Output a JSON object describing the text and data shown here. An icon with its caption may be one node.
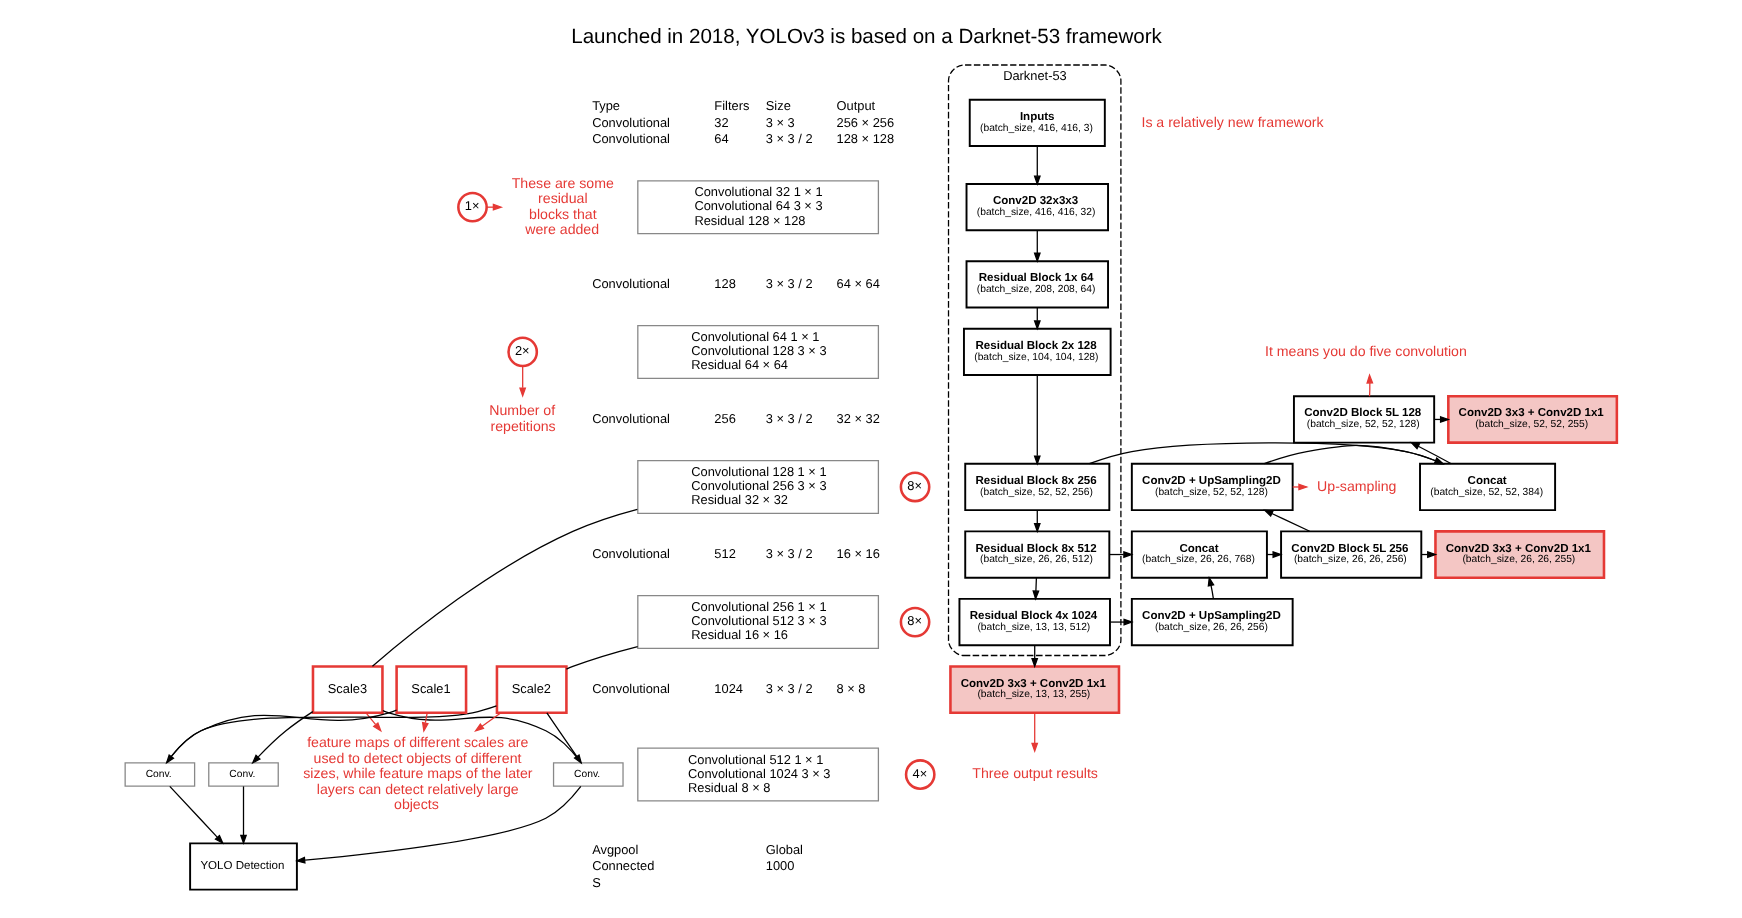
{
  "diagram": {
    "title": "Launched in 2018, YOLOv3 is based on a Darknet-53 framework",
    "nodes": [
      {
        "text": [
          "These are some residual blocks that were added"
        ]
      },
      {
        "text": [
          "Number of repetitions"
        ]
      },
      {
        "text": [
          "Convolutional 32 1 × 1",
          "Convolutional 64 3 × 3",
          "Residual 128 × 128"
        ]
      },
      {
        "text": [
          "1×"
        ]
      },
      {
        "text": [
          "Convolutional 64 1 × 1",
          "Convolutional 128 3 × 3",
          "Residual 64 × 64"
        ]
      },
      {
        "text": [
          "2×"
        ]
      },
      {
        "text": [
          "Convolutional 128 1 × 1",
          "Convolutional 256 3 × 3",
          "Residual 32 × 32"
        ]
      },
      {
        "text": [
          "8×"
        ]
      },
      {
        "text": [
          "Convolutional 256 1 × 1",
          "Convolutional 512 3 × 3",
          "Residual 16 × 16"
        ]
      },
      {
        "text": [
          "8×"
        ]
      },
      {
        "text": [
          "Convolutional 512 1 × 1",
          "Convolutional 1024 3 × 3",
          "Residual 8 × 8"
        ]
      },
      {
        "text": [
          "4×"
        ]
      },
      {
        "text": [
          "Scale3"
        ]
      },
      {
        "text": [
          "Scale2"
        ]
      },
      {
        "text": [
          "Scale1"
        ]
      },
      {
        "text": [
          "Conv."
        ]
      },
      {
        "text": [
          "Conv."
        ]
      },
      {
        "text": [
          "Conv."
        ]
      },
      {
        "text": [
          "YOLO Detection"
        ]
      },
      {
        "text": [
          "feature maps of different scales are used to detect objects of different sizes, while feature maps of the later layers can detect relatively large objects"
        ]
      },
      {
        "text": [
          "Darknet-53"
        ]
      },
      {
        "text": [
          "Inputs",
          "(batch_size, 416, 416, 3)"
        ],
        "in": 20
      },
      {
        "text": [
          "Conv2D 32x3x3",
          "(batch_size, 416, 416, 32)"
        ],
        "in": 20
      },
      {
        "text": [
          "Residual Block 1x 64",
          "(batch_size, 208, 208, 64)"
        ],
        "in": 20
      },
      {
        "text": [
          "Residual Block 2x 128",
          "(batch_size, 104, 104, 128)"
        ],
        "in": 20
      },
      {
        "text": [
          "Residual Block 8x 256",
          "(batch_size, 52, 52, 256)"
        ],
        "in": 20
      },
      {
        "text": [
          "Residual Block 8x 512",
          "(batch_size, 26, 26, 512)"
        ],
        "in": 20
      },
      {
        "text": [
          "Residual Block 4x 1024",
          "(batch_size, 13, 13, 512)"
        ],
        "in": 20
      },
      {
        "text": [
          "It means you do five convolution"
        ]
      },
      {
        "text": [
          "Conv2D Block 5L 128",
          "(batch_size, 52, 52, 128)"
        ]
      },
      {
        "text": [
          "Conv2D 3x3 + Conv2D 1x1",
          "(batch_size, 52, 52, 255)"
        ]
      },
      {
        "text": [
          "Concat",
          "(batch_size, 52, 52, 384)"
        ]
      },
      {
        "text": [
          "Conv2D + UpSampling2D",
          "(batch_size, 52, 52, 128)"
        ]
      },
      {
        "text": [
          "Up-sampling"
        ]
      },
      {
        "text": [
          "Concat",
          "(batch_size, 26, 26, 768)"
        ]
      },
      {
        "text": [
          "Conv2D Block 5L 256",
          "(batch_size, 26, 26, 256)"
        ]
      },
      {
        "text": [
          "Conv2D 3x3 + Conv2D 1x1",
          "(batch_size, 26, 26, 255)"
        ]
      },
      {
        "text": [
          "Conv2D + UpSampling2D",
          "(batch_size, 26, 26, 256)"
        ]
      },
      {
        "text": [
          "Three output results"
        ]
      },
      {
        "text": [
          "Conv2D 3x3 + Conv2D 1x1",
          "(batch_size, 13, 13, 255)"
        ]
      }
    ],
    "edges": [
      {
        "from": 3,
        "to": 0,
        "arrow": "to",
        "color": "#e53935"
      },
      {
        "from": 5,
        "to": 1,
        "arrow": "to",
        "color": "#e53935"
      },
      {
        "from": 6,
        "to": 12,
        "arrow": "none"
      },
      {
        "from": 8,
        "to": 13,
        "arrow": "none"
      },
      {
        "from": 12,
        "to": 17,
        "arrow": "to"
      },
      {
        "from": 13,
        "to": 16,
        "arrow": "to"
      },
      {
        "from": 14,
        "to": 15,
        "arrow": "to"
      },
      {
        "from": 13,
        "to": 15,
        "arrow": "none"
      },
      {
        "from": 12,
        "to": 16,
        "arrow": "none"
      },
      {
        "from": 15,
        "to": 18,
        "arrow": "to"
      },
      {
        "from": 16,
        "to": 18,
        "arrow": "to"
      },
      {
        "from": 17,
        "to": 18,
        "arrow": "to"
      },
      {
        "from": 12,
        "to": 19,
        "arrow": "to",
        "color": "#e53935"
      },
      {
        "from": 13,
        "to": 19,
        "arrow": "to",
        "color": "#e53935"
      },
      {
        "from": 14,
        "to": 19,
        "arrow": "to",
        "color": "#e53935"
      },
      {
        "from": 21,
        "to": 22,
        "arrow": "to"
      },
      {
        "from": 22,
        "to": 23,
        "arrow": "to"
      },
      {
        "from": 23,
        "to": 24,
        "arrow": "to"
      },
      {
        "from": 24,
        "to": 25,
        "arrow": "to"
      },
      {
        "from": 25,
        "to": 26,
        "arrow": "to"
      },
      {
        "from": 26,
        "to": 27,
        "arrow": "to"
      },
      {
        "from": 25,
        "to": 31,
        "arrow": "to"
      },
      {
        "from": 32,
        "to": 31,
        "arrow": "to"
      },
      {
        "from": 31,
        "to": 29,
        "arrow": "to"
      },
      {
        "from": 29,
        "to": 30,
        "arrow": "to"
      },
      {
        "from": 29,
        "to": 28,
        "arrow": "to",
        "color": "#e53935"
      },
      {
        "from": 32,
        "to": 33,
        "arrow": "to",
        "color": "#e53935"
      },
      {
        "from": 26,
        "to": 34,
        "arrow": "to"
      },
      {
        "from": 34,
        "to": 35,
        "arrow": "to"
      },
      {
        "from": 35,
        "to": 32,
        "arrow": "to"
      },
      {
        "from": 35,
        "to": 36,
        "arrow": "to"
      },
      {
        "from": 27,
        "to": 37,
        "arrow": "to"
      },
      {
        "from": 37,
        "to": 34,
        "arrow": "to"
      },
      {
        "from": 27,
        "to": 39,
        "arrow": "to"
      },
      {
        "from": 39,
        "to": 38,
        "arrow": "to",
        "color": "#e53935"
      }
    ],
    "labels": [
      "Type",
      "Filters",
      "Size",
      "Output",
      "Convolutional",
      "32",
      "3 × 3",
      "256 × 256",
      "Convolutional",
      "64",
      "3 × 3 / 2",
      "128 × 128",
      "Convolutional",
      "128",
      "3 × 3 / 2",
      "64 × 64",
      "Convolutional",
      "256",
      "3 × 3 / 2",
      "32 × 32",
      "Convolutional",
      "512",
      "3 × 3 / 2",
      "16 × 16",
      "Convolutional",
      "1024",
      "3 × 3 / 2",
      "8 × 8",
      "Avgpool",
      "Global",
      "Connected",
      "1000",
      "S",
      "Is a relatively new framework"
    ]
  }
}
